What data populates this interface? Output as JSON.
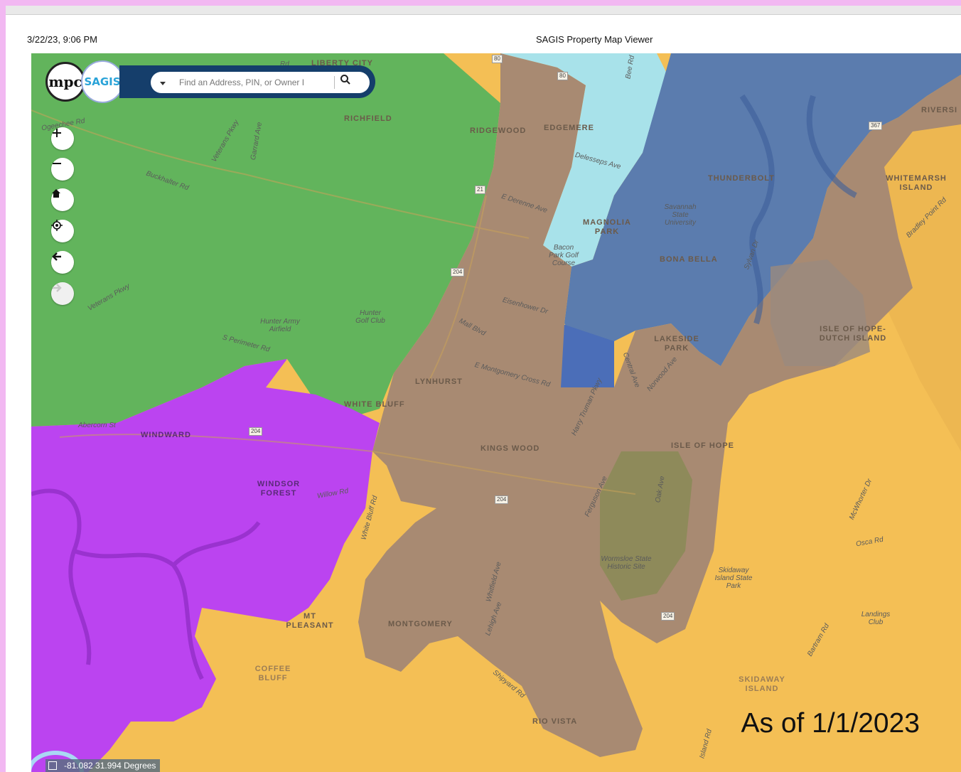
{
  "print_header": {
    "date": "3/22/23, 9:06 PM",
    "title": "SAGIS Property Map Viewer"
  },
  "logos": {
    "mpc": "mpc",
    "sagis": "SAGIS"
  },
  "search": {
    "placeholder": "Find an Address, PIN, or Owner I"
  },
  "tools": [
    {
      "name": "zoom-in",
      "icon": "plus-icon"
    },
    {
      "name": "zoom-out",
      "icon": "minus-icon"
    },
    {
      "name": "home",
      "icon": "home-icon"
    },
    {
      "name": "locate",
      "icon": "locate-icon"
    },
    {
      "name": "back",
      "icon": "arrow-left-icon"
    },
    {
      "name": "forward",
      "icon": "arrow-right-icon"
    }
  ],
  "colors": {
    "zone_green": "#62b45c",
    "zone_brown": "#a88a72",
    "zone_lightblue": "#a8e2ea",
    "zone_blue": "#5b7cae",
    "zone_magenta": "#bb44f0",
    "zone_orange": "#f4bf55"
  },
  "places": {
    "liberty_city": "LIBERTY CITY",
    "richfield": "RICHFIELD",
    "ridgewood": "RIDGEWOOD",
    "edgemere": "EDGEMERE",
    "thunderbolt": "THUNDERBOLT",
    "whitemarsh": "WHITEMARSH ISLAND",
    "riverside": "RIVERSI",
    "magnolia_park": "MAGNOLIA PARK",
    "bona_bella": "BONA BELLA",
    "lakeside_park": "LAKESIDE PARK",
    "isle_hope_dutch": "ISLE OF HOPE-DUTCH ISLAND",
    "lynhurst": "LYNHURST",
    "white_bluff": "WHITE BLUFF",
    "windward": "WINDWARD",
    "kings_wood": "KINGS WOOD",
    "isle_of_hope": "ISLE OF HOPE",
    "windsor_forest": "WINDSOR FOREST",
    "mt_pleasant": "MT PLEASANT",
    "montgomery": "MONTGOMERY",
    "coffee_bluff": "COFFEE BLUFF",
    "skidaway_island": "SKIDAWAY ISLAND",
    "rio_vista": "RIO VISTA"
  },
  "pois": {
    "hunter_army": "Hunter Army Airfield",
    "hunter_golf": "Hunter Golf Club",
    "savannah_state": "Savannah State University",
    "bacon_park": "Bacon Park Golf Course",
    "wormsloe": "Wormsloe State Historic Site",
    "skidaway_park": "Skidaway Island State Park",
    "landings": "Landings Club"
  },
  "roads": {
    "ogeechee": "Ogeechee Rd",
    "veterans_top": "Veterans Pkwy",
    "garrard": "Garrard Ave",
    "buckhalter": "Buckhalter Rd",
    "veterans_bottom": "Veterans Pkwy",
    "delesseps": "Delesseps Ave",
    "derenne": "E Derenne Ave",
    "bee": "Bee Rd",
    "sylvan": "Sylvan Dr",
    "bradley": "Bradley Point Rd",
    "eisenhower": "Eisenhower Dr",
    "mall": "Mall Blvd",
    "perimeter": "S Perimeter Rd",
    "montgomery_cross": "E Montgomery Cross Rd",
    "truman": "Harry Truman Pkwy",
    "central": "Central Ave",
    "norwood": "Norwood Ave",
    "abercorn": "Abercorn St",
    "willow": "Willow Rd",
    "white_bluff_rd": "White Bluff Rd",
    "ferguson": "Ferguson Ave",
    "oak": "Oak Ave",
    "mcwhorter": "McWhorter Dr",
    "osca": "Osca Rd",
    "whitfield": "Whitfield Ave",
    "lehigh": "Lehigh Ave",
    "shipyard": "Shipyard Rd",
    "bartram": "Bartram Rd",
    "rd_top": "Rd",
    "island_rd": "Island Rd"
  },
  "shields": {
    "s80": "80",
    "s80b": "80",
    "s21": "21",
    "s204a": "204",
    "s204b": "204",
    "s204c": "204",
    "s204d": "204",
    "s367": "367"
  },
  "stamp": "As of 1/1/2023",
  "coordinates": "-81.082 31.994 Degrees"
}
